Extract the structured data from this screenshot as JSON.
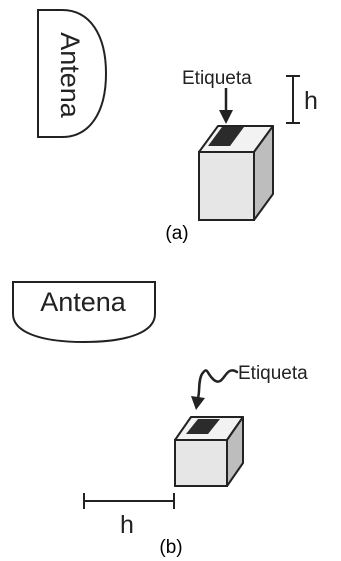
{
  "panel_a": {
    "antenna_label": "Antena",
    "tag_label": "Etiqueta",
    "height_label": "h",
    "caption": "(a)"
  },
  "panel_b": {
    "antenna_label": "Antena",
    "tag_label": "Etiqueta",
    "distance_label": "h",
    "caption": "(b)"
  },
  "colors": {
    "stroke": "#222222",
    "box_front": "#e6e6e6",
    "box_top": "#f2f2f2",
    "box_side": "#bdbdbd",
    "tag": "#2b2b2b"
  }
}
